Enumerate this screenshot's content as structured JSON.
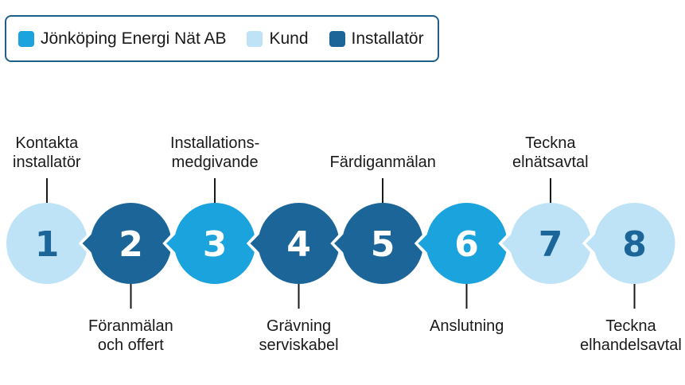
{
  "legend": [
    {
      "label": "Jönköping Energi Nät AB",
      "color": "#1aa3dd"
    },
    {
      "label": "Kund",
      "color": "#bfe3f6"
    },
    {
      "label": "Installatör",
      "color": "#1c6599"
    }
  ],
  "steps": [
    {
      "number": "1",
      "label": [
        "Kontakta",
        "installatör"
      ],
      "position": "top",
      "role": "Kund",
      "color": "#bfe3f6",
      "text_color": "#1c6599"
    },
    {
      "number": "2",
      "label": [
        "Föranmälan",
        "och offert"
      ],
      "position": "bottom",
      "role": "Installatör",
      "color": "#1c6599",
      "text_color": "#ffffff"
    },
    {
      "number": "3",
      "label": [
        "Installations-",
        "medgivande"
      ],
      "position": "top",
      "role": "Jönköping Energi Nät AB",
      "color": "#1aa3dd",
      "text_color": "#ffffff"
    },
    {
      "number": "4",
      "label": [
        "Grävning",
        "serviskabel"
      ],
      "position": "bottom",
      "role": "Installatör",
      "color": "#1c6599",
      "text_color": "#ffffff"
    },
    {
      "number": "5",
      "label": [
        "Färdiganmälan"
      ],
      "position": "top",
      "role": "Installatör",
      "color": "#1c6599",
      "text_color": "#ffffff"
    },
    {
      "number": "6",
      "label": [
        "Anslutning"
      ],
      "position": "bottom",
      "role": "Jönköping Energi Nät AB",
      "color": "#1aa3dd",
      "text_color": "#ffffff"
    },
    {
      "number": "7",
      "label": [
        "Teckna",
        "elnätsavtal"
      ],
      "position": "top",
      "role": "Kund",
      "color": "#bfe3f6",
      "text_color": "#1c6599"
    },
    {
      "number": "8",
      "label": [
        "Teckna",
        "elhandelsavtal"
      ],
      "position": "bottom",
      "role": "Kund",
      "color": "#bfe3f6",
      "text_color": "#1c6599"
    }
  ]
}
